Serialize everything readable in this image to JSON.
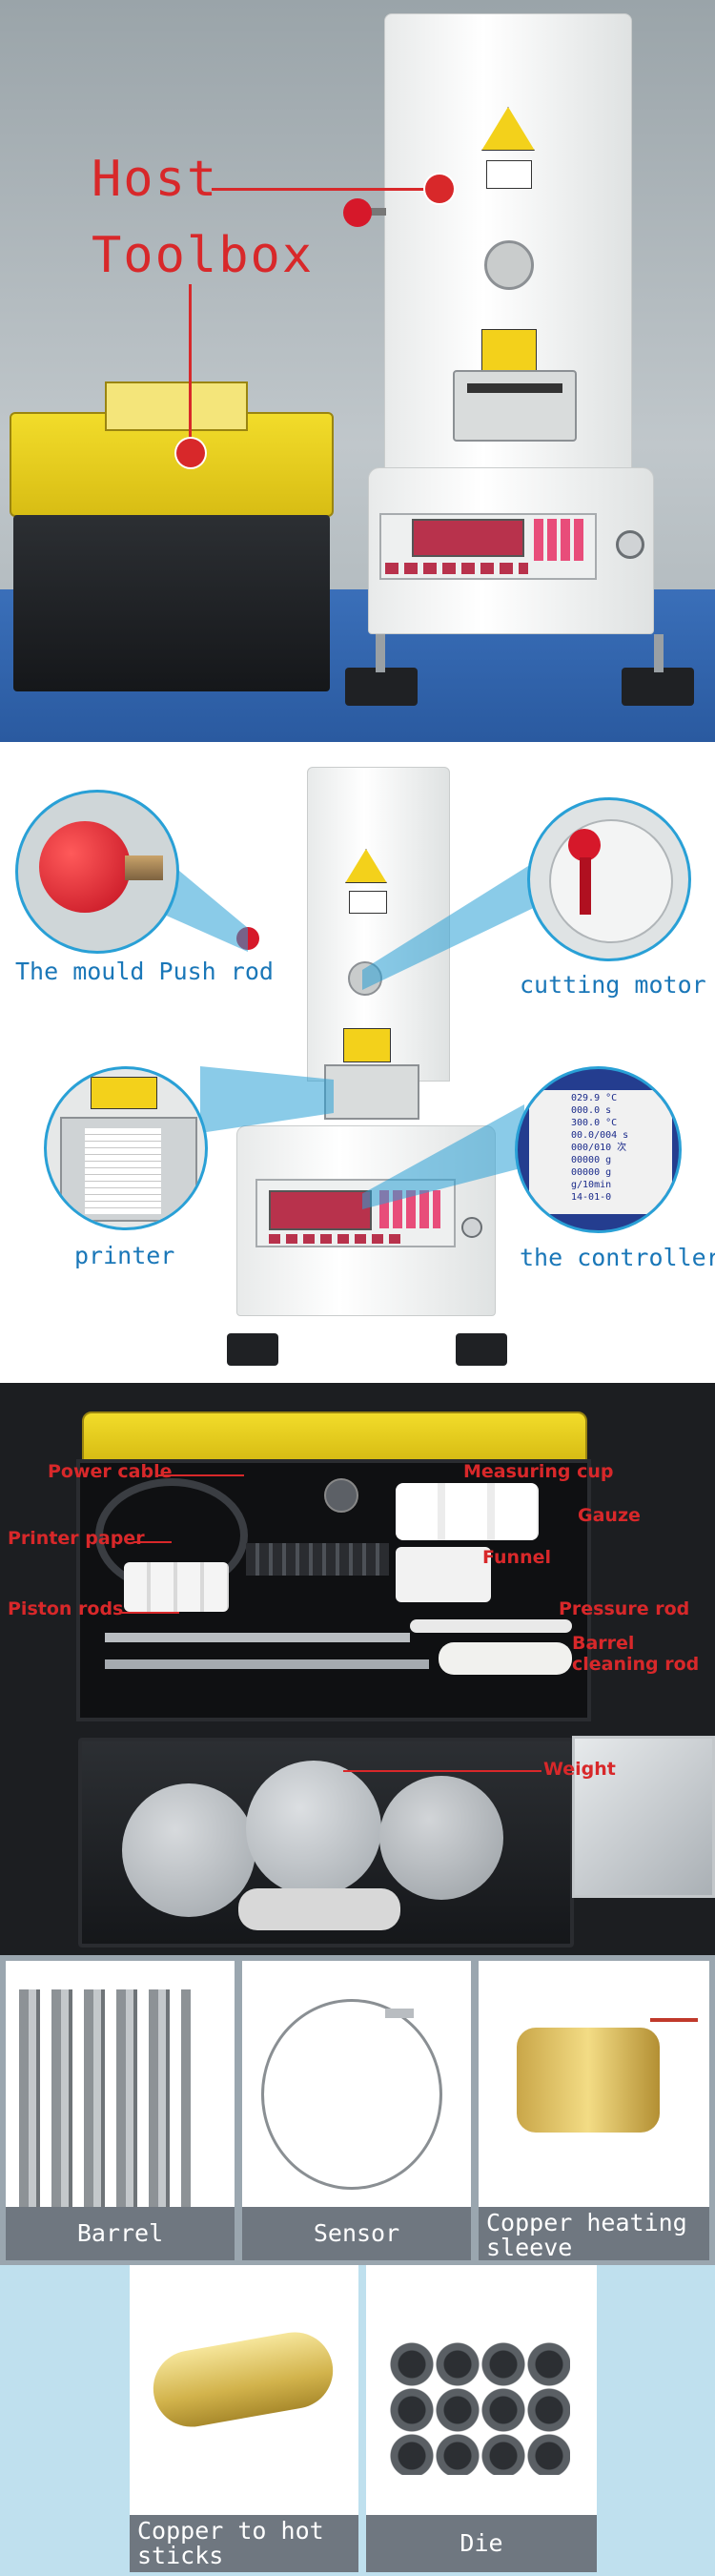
{
  "overview": {
    "host_label": "Host",
    "toolbox_label": "Toolbox",
    "accent_color": "#d8282a"
  },
  "components": {
    "push_rod": "The mould Push rod",
    "cutting_motor": "cutting motor",
    "printer": "printer",
    "controller": "the controller",
    "screen_lines": [
      "029.9 °C",
      "000.0 s",
      "300.0 °C",
      "00.0/004 s",
      "000/010 次",
      "00000 g",
      "00000 g",
      "g/10min",
      "14-01-0"
    ]
  },
  "accessories": {
    "power_cable": "Power cable",
    "printer_paper": "Printer paper",
    "piston_rods": "Piston rods",
    "measuring_cup": "Measuring cup",
    "gauze": "Gauze",
    "funnel": "Funnel",
    "pressure_rod": "Pressure rod",
    "barrel_cleaning_rod": "Barrel cleaning rod",
    "weight": "Weight"
  },
  "parts": {
    "barrel": "Barrel",
    "sensor": "Sensor",
    "copper_heating_sleeve": "Copper heating sleeve",
    "copper_hot_sticks": "Copper to hot sticks",
    "die": "Die"
  }
}
